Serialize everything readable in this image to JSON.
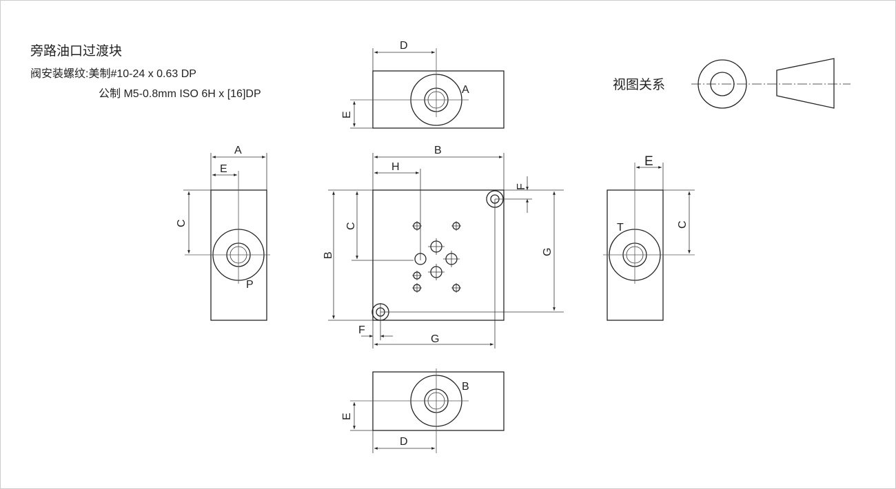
{
  "title": "旁路油口过渡块",
  "thread_spec": {
    "line1": "阀安装螺纹:美制#10-24 x 0.63 DP",
    "line2": "公制 M5-0.8mm ISO 6H x [16]DP"
  },
  "view_relation": {
    "label": "视图关系"
  },
  "dimensions": {
    "A": "A",
    "B": "B",
    "C": "C",
    "D": "D",
    "E": "E",
    "F": "F",
    "G": "G",
    "H": "H"
  },
  "ports": {
    "A": "A",
    "B": "B",
    "P": "P",
    "T": "T"
  }
}
